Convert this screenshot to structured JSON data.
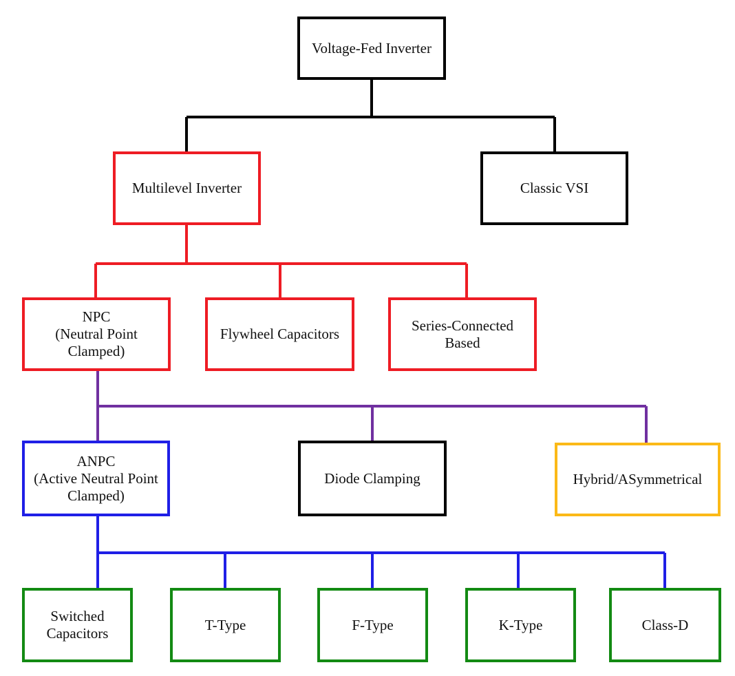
{
  "colors": {
    "black": "#000000",
    "red": "#ee1c24",
    "purple": "#7030a0",
    "blue": "#1f1fe6",
    "gold": "#fbb917",
    "green": "#138a13"
  },
  "nodes": {
    "voltage_fed_inverter": "Voltage-Fed Inverter",
    "multilevel_inverter": "Multilevel Inverter",
    "classic_vsi": "Classic VSI",
    "npc": "NPC\n(Neutral Point\nClamped)",
    "flywheel_capacitors": "Flywheel Capacitors",
    "series_connected": "Series-Connected\nBased",
    "anpc": "ANPC\n(Active Neutral Point\nClamped)",
    "diode_clamping": "Diode  Clamping",
    "hybrid_asymmetrical": "Hybrid/ASymmetrical",
    "switched_capacitors": "Switched\nCapacitors",
    "t_type": "T-Type",
    "f_type": "F-Type",
    "k_type": "K-Type",
    "class_d": "Class-D"
  }
}
